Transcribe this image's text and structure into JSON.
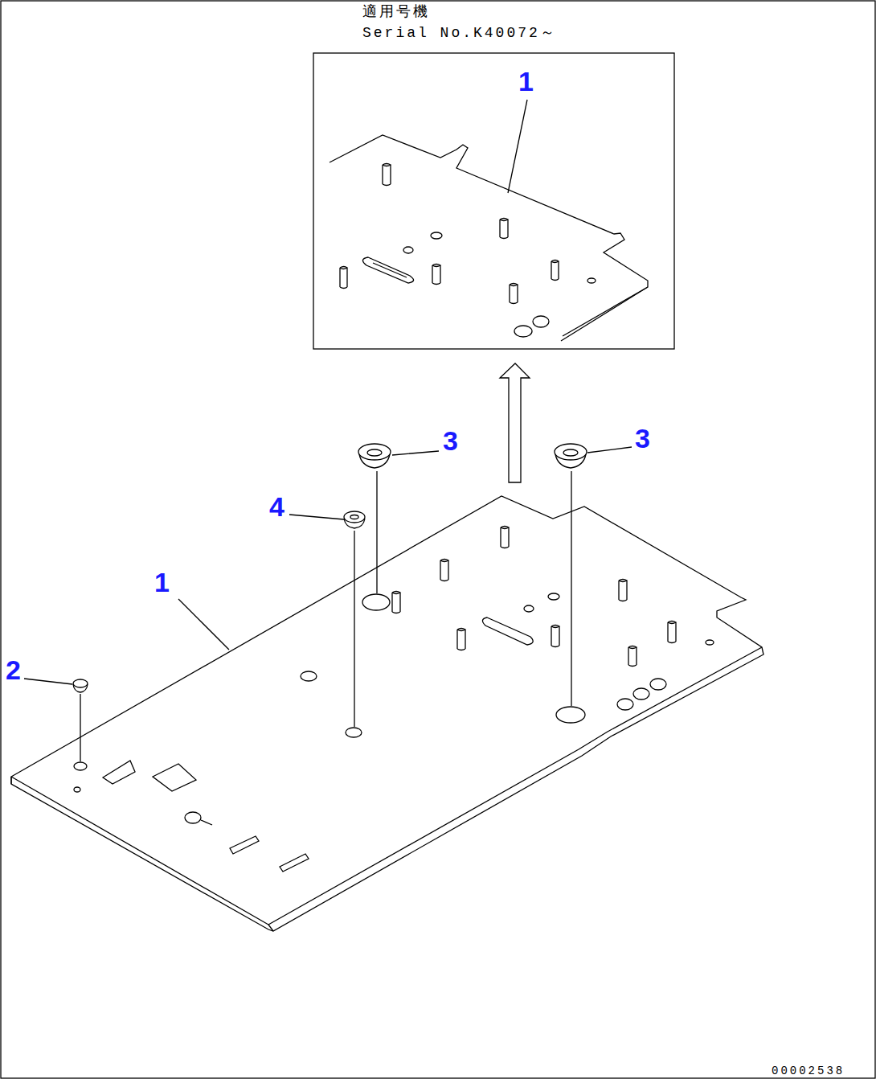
{
  "diagram": {
    "labels": [
      "適用号機",
      "Serial No.K40072～",
      "1",
      "1",
      "3",
      "3",
      "4",
      "2",
      "00002538"
    ]
  }
}
